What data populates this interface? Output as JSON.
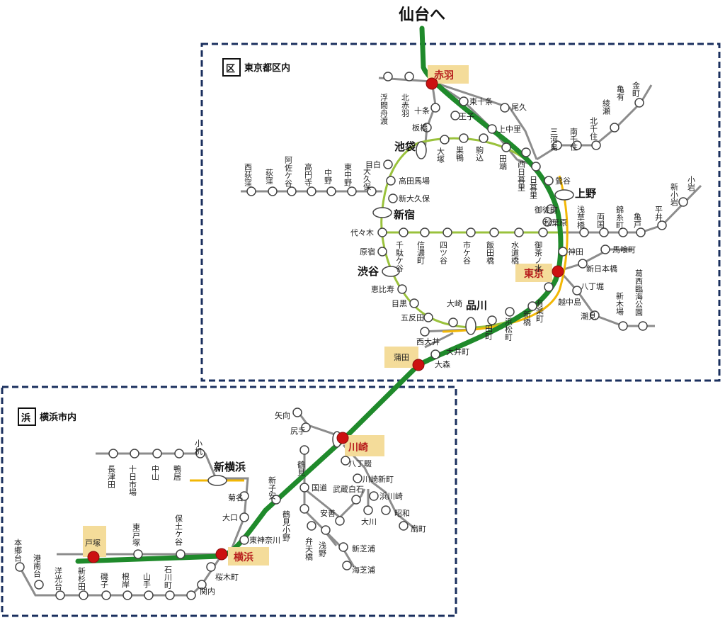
{
  "destination": "仙台へ",
  "zones": {
    "tokyo": {
      "badge": "区",
      "label": "東京都区内"
    },
    "yokohama": {
      "badge": "浜",
      "label": "横浜市内"
    }
  },
  "colors": {
    "main_line": "#1f8a2b",
    "yamanote": "#9ac23c",
    "gray_line": "#888888",
    "orange_line": "#f2b705",
    "highlight": "#f4dc9a",
    "major_dot": "#cc1111",
    "zone_border": "#1a2f5e"
  },
  "stations": {
    "akabane": "赤羽",
    "ukima": "浮間舟渡",
    "kitaakabane": "北赤羽",
    "higashijujo": "東十条",
    "ojiku": "尾久",
    "jujo": "十条",
    "oji": "王子",
    "itabashi": "板橋",
    "kaminakazato": "上中里",
    "tabata": "田端",
    "ikebukuro": "池袋",
    "otsuka": "大塚",
    "sugamo": "巣鴨",
    "komagome": "駒込",
    "nishinippori": "西日暮里",
    "nippori": "日暮里",
    "mejiro": "目白",
    "takadanobaba": "高田馬場",
    "shinokubo": "新大久保",
    "shinjuku": "新宿",
    "yoyogi": "代々木",
    "harajuku": "原宿",
    "shibuya": "渋谷",
    "ebisu": "恵比寿",
    "meguro": "目黒",
    "gotanda": "五反田",
    "osaki": "大崎",
    "shinagawa": "品川",
    "nishioi": "西大井",
    "oimachi": "大井町",
    "omori": "大森",
    "kamata": "蒲田",
    "sendagaya": "千駄ケ谷",
    "shinanomachi": "信濃町",
    "yotsuya": "四ツ谷",
    "ichigaya": "市ケ谷",
    "iidabashi": "飯田橋",
    "suidobashi": "水道橋",
    "ochanomizu": "御茶ノ水",
    "akihabara": "秋葉原",
    "okachimachi": "御徒町",
    "ueno": "上野",
    "uguisudani": "鶯谷",
    "kanda": "神田",
    "tokyo": "東京",
    "yurakucho": "有楽町",
    "shimbashi": "新橋",
    "hamamatsucho": "浜松町",
    "tamachi": "田町",
    "mikawashima": "三河島",
    "minamisenju": "南千住",
    "kitasenju": "北千住",
    "ayase": "綾瀬",
    "kameari": "亀有",
    "kanamachi": "金町",
    "asakusabashi": "浅草橋",
    "ryogoku": "両国",
    "kinshicho": "錦糸町",
    "kameido": "亀戸",
    "hirai": "平井",
    "shinkoiwa": "新小岩",
    "koiwa": "小岩",
    "bakurocho": "馬喰町",
    "shinnihombashi": "新日本橋",
    "hatchobori": "八丁堀",
    "etchujima": "越中島",
    "shiomi": "潮見",
    "shinkiba": "新木場",
    "kasai": "葛西臨海公園",
    "okubo": "大久保",
    "higashinakano": "東中野",
    "nakano": "中野",
    "koenji": "高円寺",
    "asagaya": "阿佐ケ谷",
    "ogikubo": "荻窪",
    "nishiogikubo": "西荻窪",
    "kawasaki": "川崎",
    "yako": "矢向",
    "shitte": "尻手",
    "hatchonawate": "八丁畷",
    "kawasakishinmachi": "川崎新町",
    "hamakawasaki": "浜川崎",
    "showa": "昭和",
    "ogimachi": "扇町",
    "musashishiraishi": "武蔵白石",
    "okawa": "大川",
    "anzen": "安善",
    "asano": "浅野",
    "shinshibaura": "新芝浦",
    "umishibaura": "海芝浦",
    "kokudo": "国道",
    "tsurumi": "鶴見",
    "bentenbashi": "弁天橋",
    "tsurumiono": "鶴見小野",
    "shinkoyasu": "新子安",
    "higashikanagawa": "東神奈川",
    "yokohama": "横浜",
    "shinyokohama": "新横浜",
    "kozukue": "小机",
    "kikuna": "菊名",
    "oguchi": "大口",
    "kamoi": "鴨居",
    "nakayama": "中山",
    "tokaichiba": "十日市場",
    "nagatsuta": "長津田",
    "hodogaya": "保土ケ谷",
    "higashitotsuka": "東戸塚",
    "totsuka": "戸塚",
    "sakuragicho": "桜木町",
    "kannai": "関内",
    "ishikawacho": "石川町",
    "yamate": "山手",
    "negishi": "根岸",
    "isogo": "磯子",
    "shinsugita": "新杉田",
    "yokodai": "洋光台",
    "konandai": "港南台",
    "hongodai": "本郷台"
  }
}
